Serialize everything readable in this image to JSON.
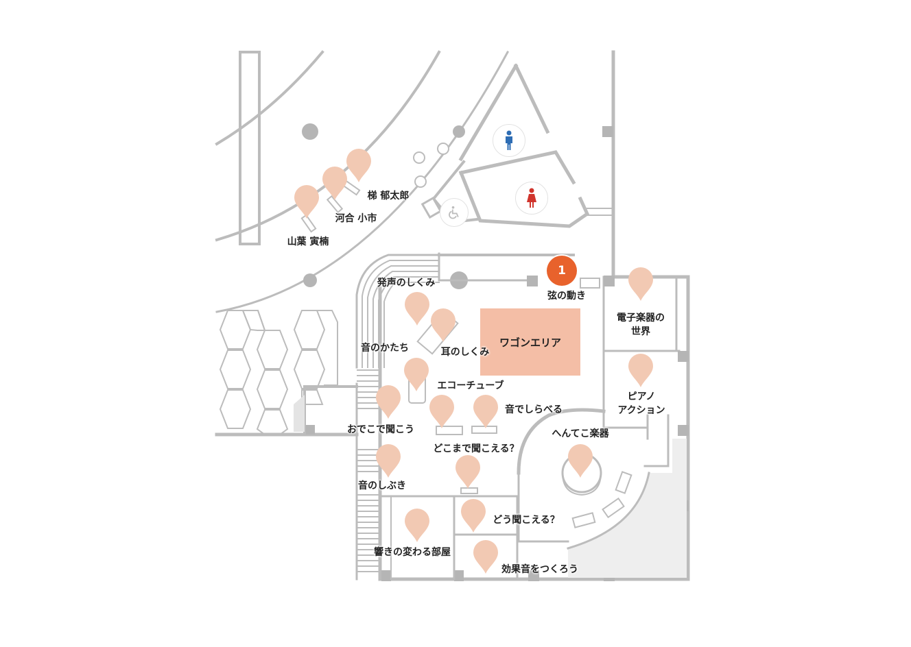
{
  "colors": {
    "wall": "#bcbcbc",
    "pin": "#f2c9b3",
    "area": "#f4bea6",
    "badge": "#e8622c",
    "male": "#2e6db4",
    "female": "#d0342c",
    "text": "#222222"
  },
  "badge": {
    "number": "1"
  },
  "area_label": "ワゴンエリア",
  "icons": {
    "male": "male-restroom-icon",
    "female": "female-restroom-icon",
    "accessible": "wheelchair-icon",
    "pin": "map-pin-icon"
  },
  "labels": [
    {
      "id": "kakehashi",
      "text": "梯 郁太郎"
    },
    {
      "id": "kawai",
      "text": "河合 小市"
    },
    {
      "id": "yamaha",
      "text": "山葉 寅楠"
    },
    {
      "id": "hassei",
      "text": "発声のしくみ"
    },
    {
      "id": "gen",
      "text": "弦の動き"
    },
    {
      "id": "denshi",
      "text": "電子楽器の\n世界"
    },
    {
      "id": "katachi",
      "text": "音のかたち"
    },
    {
      "id": "mimi",
      "text": "耳のしくみ"
    },
    {
      "id": "echo",
      "text": "エコーチューブ"
    },
    {
      "id": "piano",
      "text": "ピアノ\nアクション"
    },
    {
      "id": "shiraberu",
      "text": "音でしらべる"
    },
    {
      "id": "odeko",
      "text": "おでこで聞こう"
    },
    {
      "id": "hentekko",
      "text": "へんてこ楽器"
    },
    {
      "id": "dokomade",
      "text": "どこまで聞こえる？"
    },
    {
      "id": "shibuki",
      "text": "音のしぶき"
    },
    {
      "id": "dou",
      "text": "どう聞こえる？"
    },
    {
      "id": "hibiki",
      "text": "響きの変わる部屋"
    },
    {
      "id": "kouka",
      "text": "効果音をつくろう"
    }
  ]
}
